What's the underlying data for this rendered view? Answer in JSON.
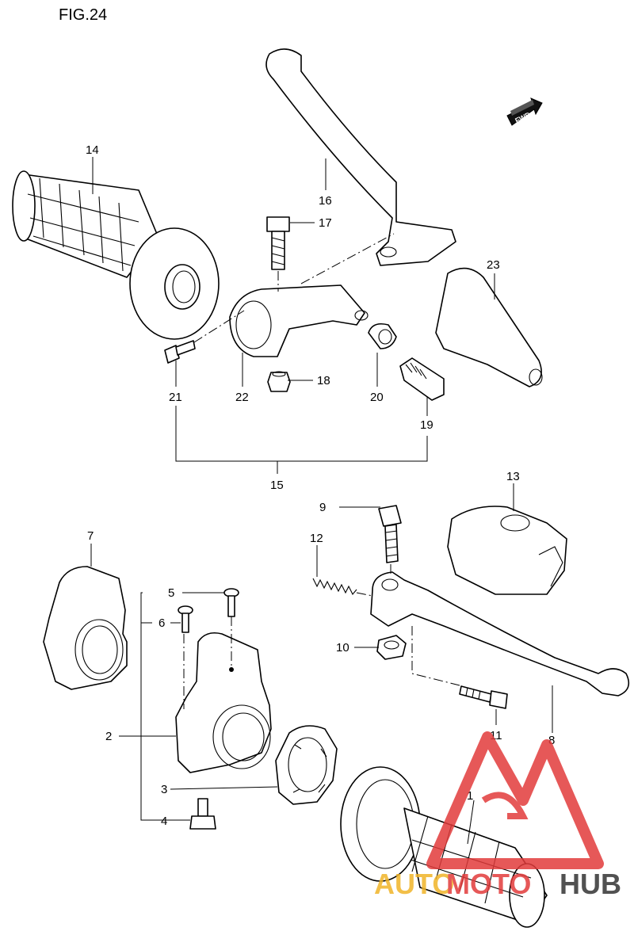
{
  "figure": {
    "title": "FIG.24"
  },
  "fwd_arrow": {
    "label": "FWD"
  },
  "callouts": [
    {
      "id": "1",
      "label": "1"
    },
    {
      "id": "2",
      "label": "2"
    },
    {
      "id": "3",
      "label": "3"
    },
    {
      "id": "4",
      "label": "4"
    },
    {
      "id": "5",
      "label": "5"
    },
    {
      "id": "6",
      "label": "6"
    },
    {
      "id": "7",
      "label": "7"
    },
    {
      "id": "8",
      "label": "8"
    },
    {
      "id": "9",
      "label": "9"
    },
    {
      "id": "10",
      "label": "10"
    },
    {
      "id": "11",
      "label": "11"
    },
    {
      "id": "12",
      "label": "12"
    },
    {
      "id": "13",
      "label": "13"
    },
    {
      "id": "14",
      "label": "14"
    },
    {
      "id": "15",
      "label": "15"
    },
    {
      "id": "16",
      "label": "16"
    },
    {
      "id": "17",
      "label": "17"
    },
    {
      "id": "18",
      "label": "18"
    },
    {
      "id": "19",
      "label": "19"
    },
    {
      "id": "20",
      "label": "20"
    },
    {
      "id": "21",
      "label": "21"
    },
    {
      "id": "22",
      "label": "22"
    },
    {
      "id": "23",
      "label": "23"
    }
  ],
  "watermark": {
    "part1": "AUTO",
    "part2": "MOTO",
    "part3": "HUB",
    "color_primary": "#f0b429",
    "color_accent": "#e23b3b",
    "color_dark": "#222222"
  }
}
